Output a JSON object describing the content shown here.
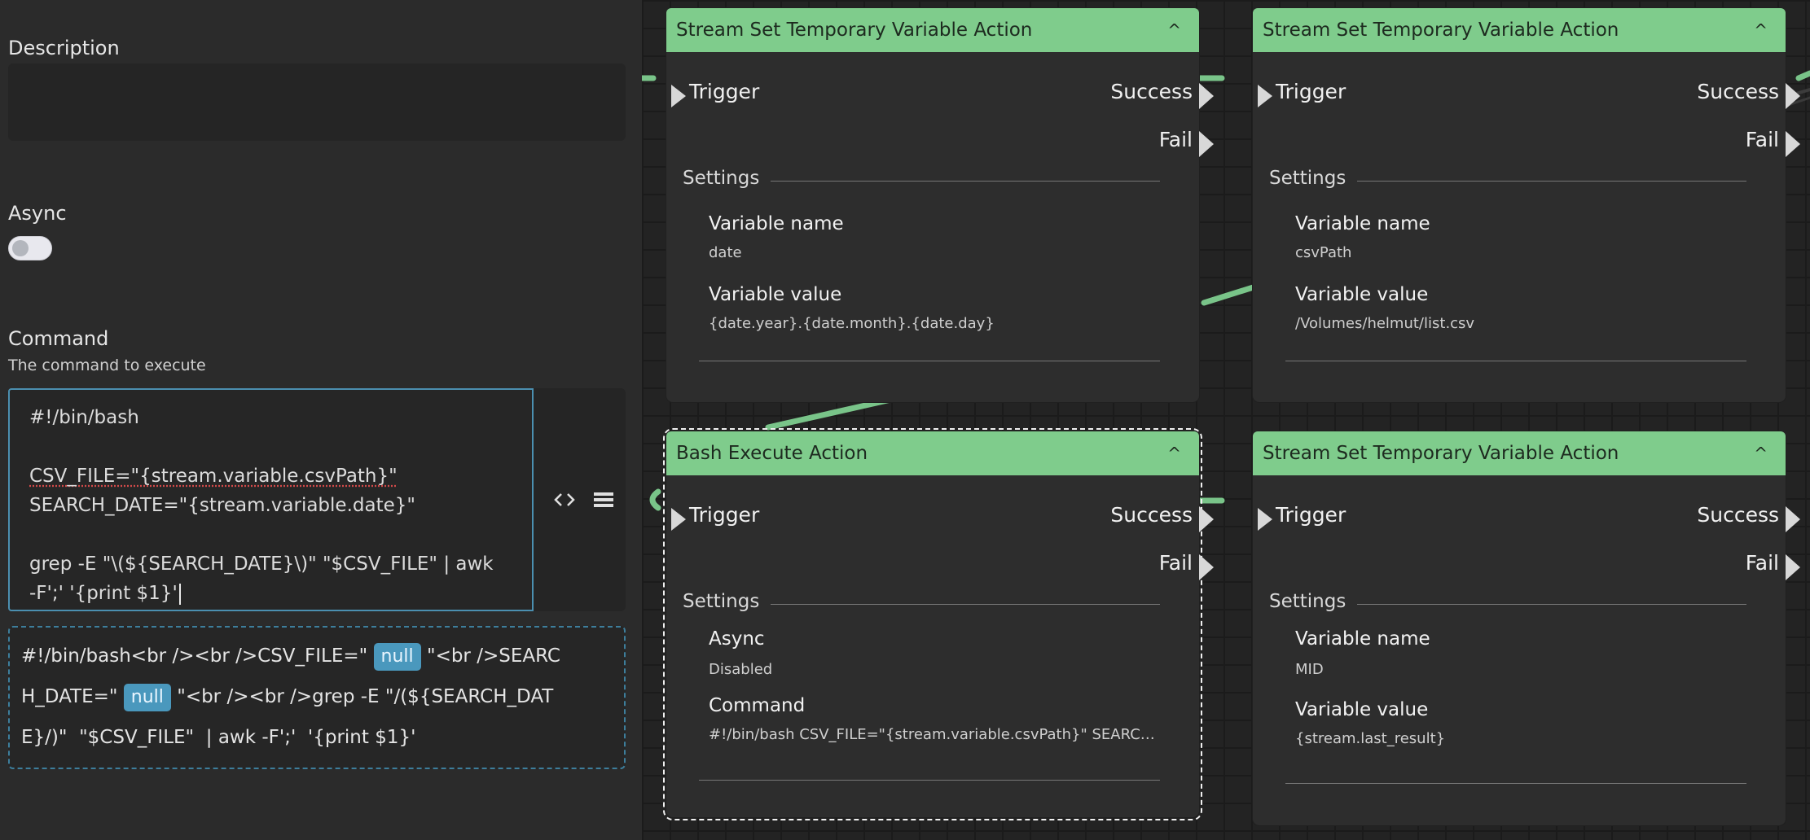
{
  "left_panel": {
    "description": {
      "label": "Description",
      "value": ""
    },
    "async": {
      "label": "Async",
      "enabled": false
    },
    "command": {
      "label": "Command",
      "help": "The command to execute",
      "lines": [
        "#!/bin/bash",
        "",
        "CSV_FILE=\"{stream.variable.csvPath}\"",
        "SEARCH_DATE=\"{stream.variable.date}\"",
        "",
        "grep -E \"\\(${SEARCH_DATE}\\)\" \"$CSV_FILE\" | awk",
        "-F';' '{print $1}'"
      ],
      "tools": {
        "code_icon": "code-icon",
        "list_icon": "list-icon"
      }
    },
    "preview": {
      "line1_a": "#!/bin/bash<br /><br />CSV_FILE=\"",
      "line1_null": "null",
      "line1_b": "\"<br />SEARC",
      "line2_a": "H_DATE=\"",
      "line2_null": "null",
      "line2_b": "\"<br /><br />grep -E \"/(${SEARCH_DAT",
      "line3": "E}/)\"  \"$CSV_FILE\"  | awk -F';'  '{print $1}'"
    }
  },
  "nodes": [
    {
      "title": "Stream Set Temporary Variable Action",
      "ports": {
        "in": "Trigger",
        "success": "Success",
        "fail": "Fail"
      },
      "settings_label": "Settings",
      "fields": [
        {
          "label": "Variable name",
          "value": "date"
        },
        {
          "label": "Variable value",
          "value": "{date.year}.{date.month}.{date.day}"
        }
      ]
    },
    {
      "title": "Stream Set Temporary Variable Action",
      "ports": {
        "in": "Trigger",
        "success": "Success",
        "fail": "Fail"
      },
      "settings_label": "Settings",
      "fields": [
        {
          "label": "Variable name",
          "value": "csvPath"
        },
        {
          "label": "Variable value",
          "value": "/Volumes/helmut/list.csv"
        }
      ]
    },
    {
      "title": "Bash Execute Action",
      "ports": {
        "in": "Trigger",
        "success": "Success",
        "fail": "Fail"
      },
      "settings_label": "Settings",
      "fields": [
        {
          "label": "Async",
          "value": "Disabled"
        },
        {
          "label": "Command",
          "value": "#!/bin/bash  CSV_FILE=\"{stream.variable.csvPath}\" SEARCH..."
        }
      ]
    },
    {
      "title": "Stream Set Temporary Variable Action",
      "ports": {
        "in": "Trigger",
        "success": "Success",
        "fail": "Fail"
      },
      "settings_label": "Settings",
      "fields": [
        {
          "label": "Variable name",
          "value": "MID"
        },
        {
          "label": "Variable value",
          "value": "{stream.last_result}"
        }
      ]
    }
  ],
  "colors": {
    "accent_green": "#7fcc8c",
    "accent_blue": "#4a98bd",
    "panel_bg": "#2b2b2b"
  },
  "icons": {
    "collapse": "chevron-up-icon",
    "port": "triangle-port-icon"
  }
}
